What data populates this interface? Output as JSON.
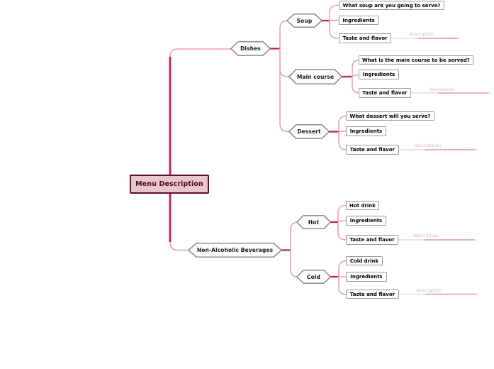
{
  "root": {
    "label": "Menu Description"
  },
  "branches": [
    {
      "label": "Dishes",
      "children": [
        {
          "label": "Soup",
          "items": [
            {
              "label": "What soup are you going to serve?"
            },
            {
              "label": "Ingredients"
            },
            {
              "label": "Taste and flavor",
              "note": "description"
            }
          ]
        },
        {
          "label": "Main course",
          "items": [
            {
              "label": "What is the main course to be served?"
            },
            {
              "label": "Ingredients"
            },
            {
              "label": "Taste and flavor",
              "note": "description"
            }
          ]
        },
        {
          "label": "Dessert",
          "items": [
            {
              "label": "What dessert will you serve?"
            },
            {
              "label": "Ingredients"
            },
            {
              "label": "Taste and flavor",
              "note": "description"
            }
          ]
        }
      ]
    },
    {
      "label": "Non-Alcoholic Beverages",
      "children": [
        {
          "label": "Hot",
          "items": [
            {
              "label": "Hot drink"
            },
            {
              "label": "Ingredients"
            },
            {
              "label": "Taste and flavor",
              "note": "description"
            }
          ]
        },
        {
          "label": "Cold",
          "items": [
            {
              "label": "Cold drink"
            },
            {
              "label": "Ingredients"
            },
            {
              "label": "Taste and flavor",
              "note": "description"
            }
          ]
        }
      ]
    }
  ],
  "colors": {
    "trunk_crimson": "#c41d50",
    "link_pink": "#f09db1",
    "faint_pink": "#f6c9d4",
    "underline_pink": "#ee92a9",
    "root_fill": "#e8c6ce",
    "root_border": "#5e1126",
    "root_text": "#4f0e22",
    "hexagon_border": "#828282",
    "leaf_border": "#9b9b9b",
    "note_text": "#c8bfc0"
  }
}
